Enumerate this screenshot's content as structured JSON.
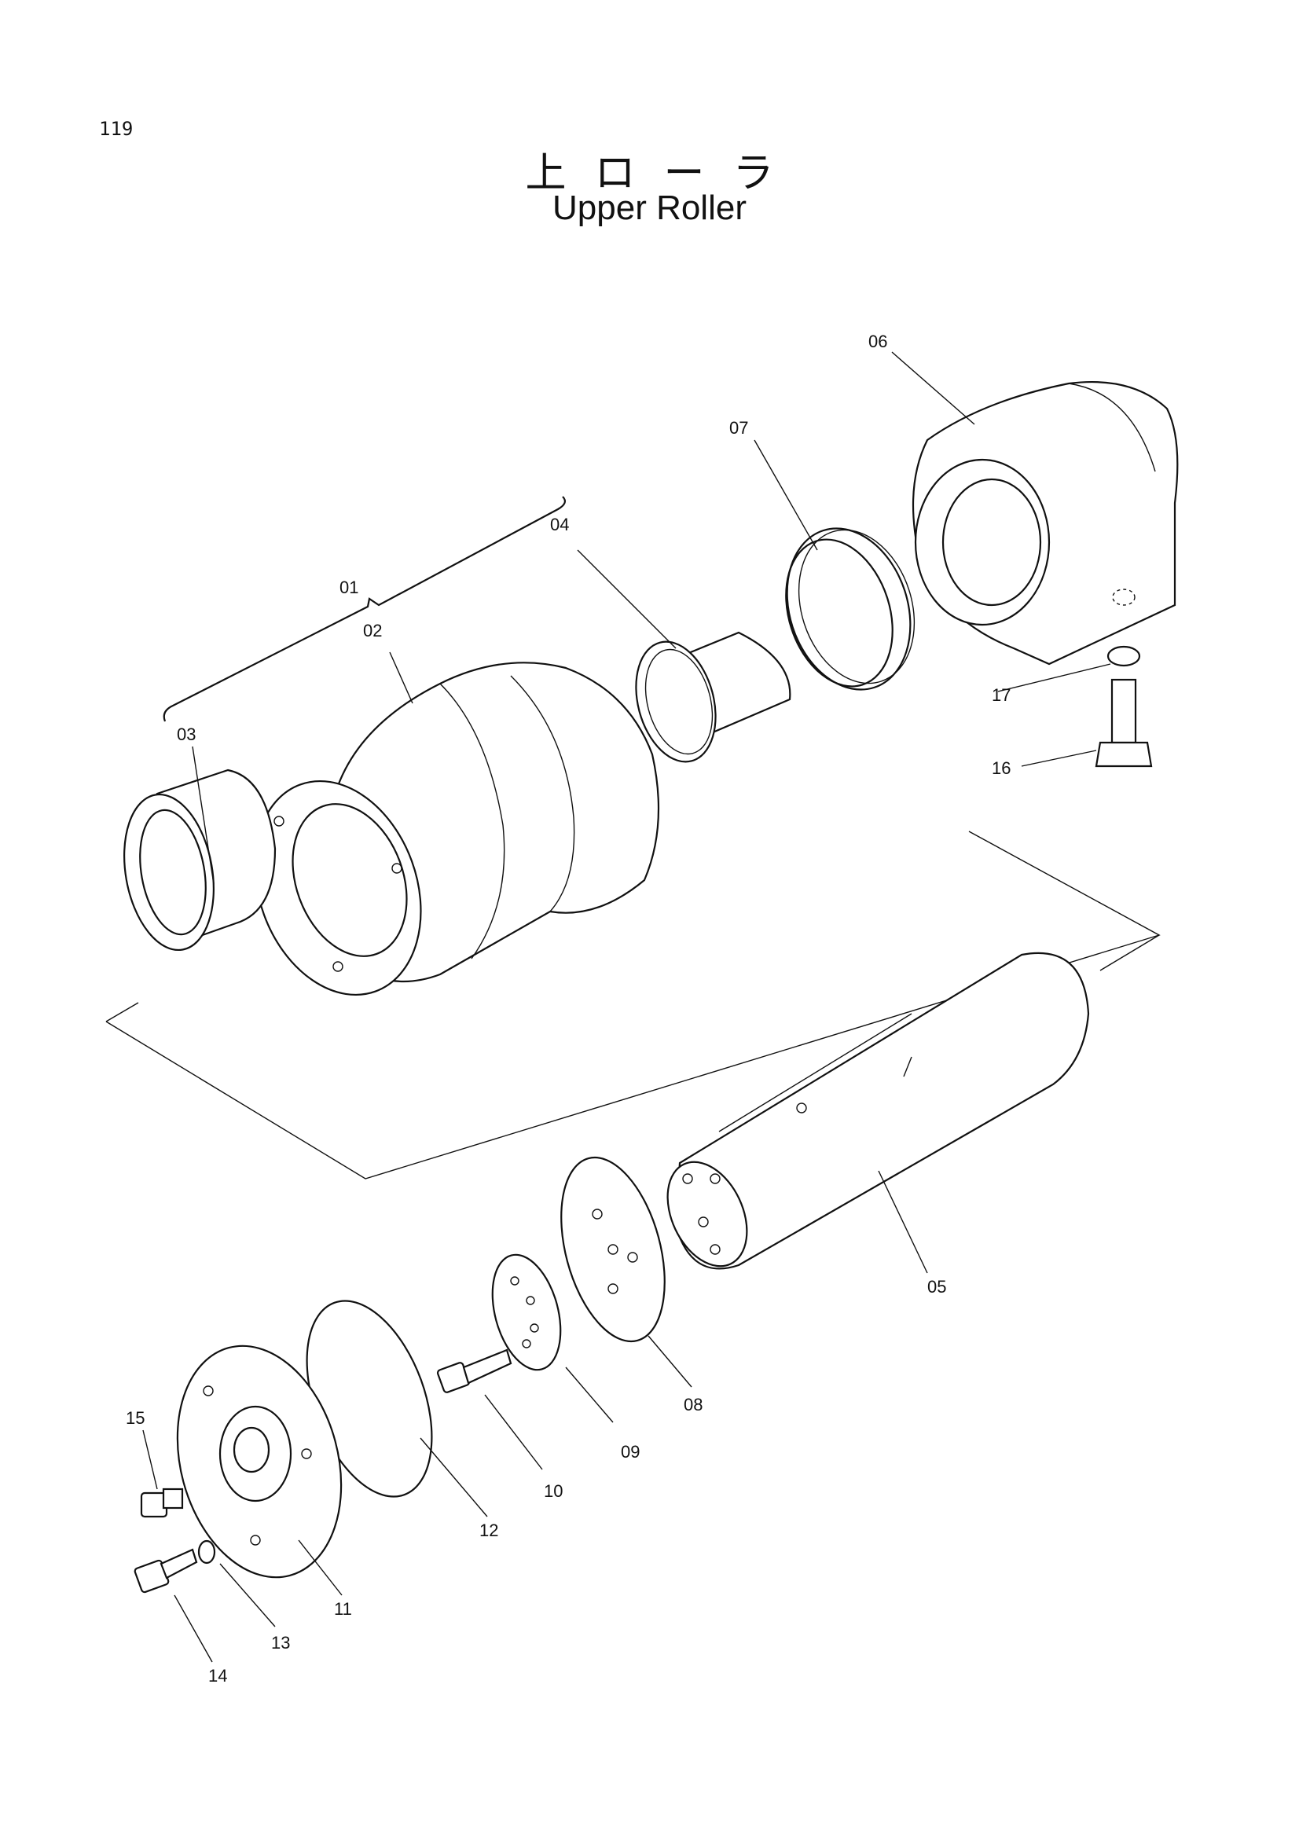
{
  "page_number": "119",
  "title_jp": "上ローラ",
  "title_en": "Upper Roller",
  "callouts": {
    "p01": "01",
    "p02": "02",
    "p03": "03",
    "p04": "04",
    "p05": "05",
    "p06": "06",
    "p07": "07",
    "p08": "08",
    "p09": "09",
    "p10": "10",
    "p11": "11",
    "p12": "12",
    "p13": "13",
    "p14": "14",
    "p15": "15",
    "p16": "16",
    "p17": "17"
  }
}
